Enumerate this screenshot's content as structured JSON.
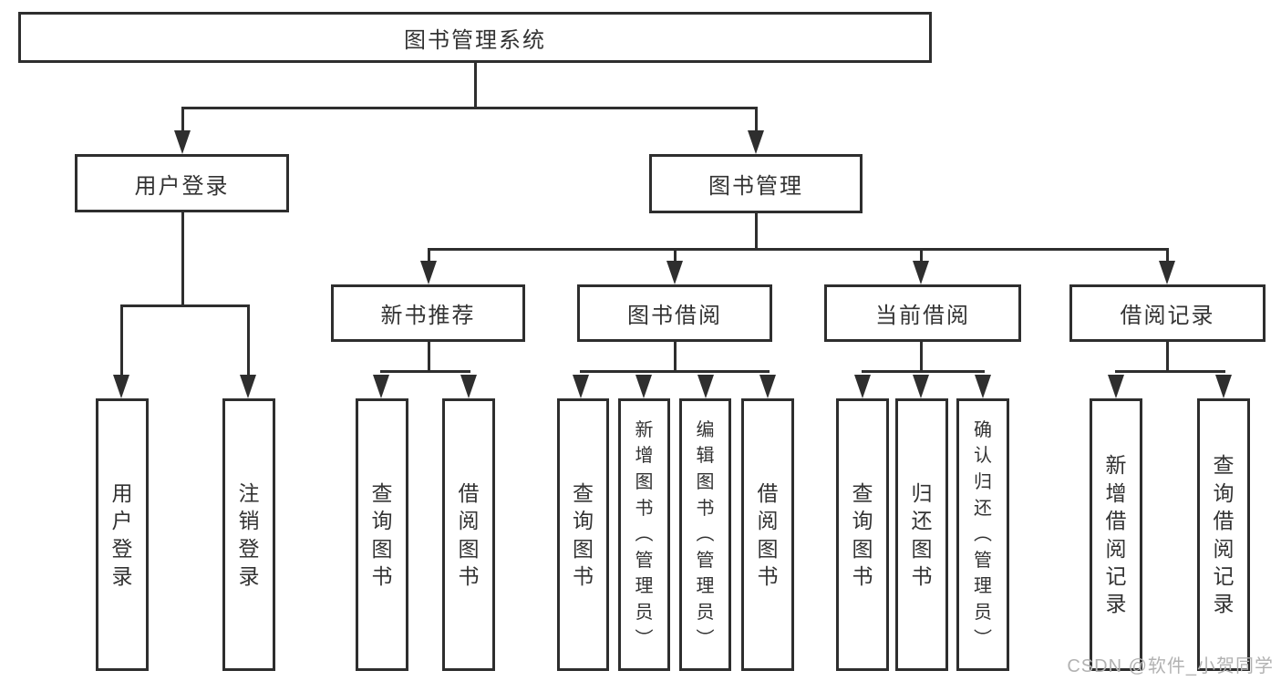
{
  "diagram": {
    "root": {
      "label": "图书管理系统"
    },
    "level2": [
      {
        "label": "用户登录"
      },
      {
        "label": "图书管理"
      }
    ],
    "level3": [
      {
        "label": "新书推荐"
      },
      {
        "label": "图书借阅"
      },
      {
        "label": "当前借阅"
      },
      {
        "label": "借阅记录"
      }
    ],
    "leaves": [
      {
        "label": "用户登录"
      },
      {
        "label": "注销登录"
      },
      {
        "label": "查询图书"
      },
      {
        "label": "借阅图书"
      },
      {
        "label": "查询图书"
      },
      {
        "label": "新增图书︵管理员︶"
      },
      {
        "label": "编辑图书︵管理员︶"
      },
      {
        "label": "借阅图书"
      },
      {
        "label": "查询图书"
      },
      {
        "label": "归还图书"
      },
      {
        "label": "确认归还︵管理员︶"
      },
      {
        "label": "新增借阅记录"
      },
      {
        "label": "查询借阅记录"
      }
    ]
  },
  "watermark": {
    "text": "CSDN @软件_小贺同学"
  },
  "colors": {
    "line": "#2e2e2e",
    "text": "#333333",
    "background": "#ffffff",
    "watermark": "#b2b2b2"
  }
}
